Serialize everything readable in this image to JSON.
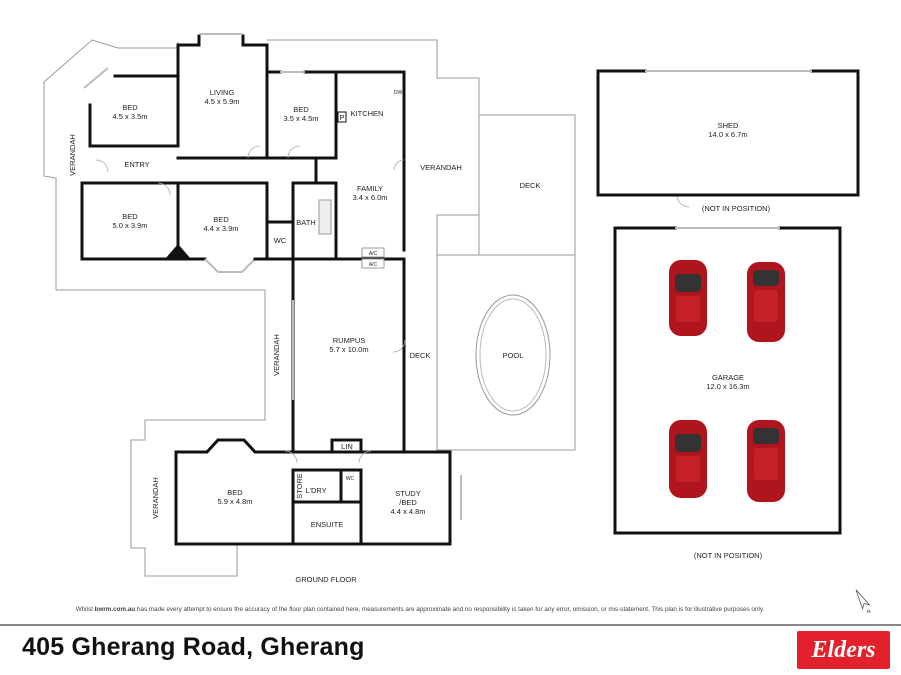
{
  "rooms": {
    "bed1": {
      "name": "BED",
      "size": "4.5 x 3.5m"
    },
    "living": {
      "name": "LIVING",
      "size": "4.5 x 5.9m"
    },
    "bed2": {
      "name": "BED",
      "size": "3.5 x 4.5m"
    },
    "kitchen": {
      "name": "KITCHEN",
      "pantry": "P",
      "dw": "DW"
    },
    "entry": {
      "name": "ENTRY"
    },
    "family": {
      "name": "FAMILY",
      "size": "3.4 x 6.0m"
    },
    "bed3": {
      "name": "BED",
      "size": "5.0 x 3.9m"
    },
    "bed4": {
      "name": "BED",
      "size": "4.4 x 3.9m"
    },
    "bath": {
      "name": "BATH"
    },
    "wc1": {
      "name": "WC"
    },
    "ac": [
      "A/C",
      "A/C"
    ],
    "rumpus": {
      "name": "RUMPUS",
      "size": "5.7 x 10.0m"
    },
    "lin": {
      "name": "LIN"
    },
    "bed5": {
      "name": "BED",
      "size": "5.9 x 4.8m"
    },
    "store": {
      "name": "STORE"
    },
    "laundry": {
      "name": "L'DRY"
    },
    "wc2": {
      "name": "WC"
    },
    "ensuite": {
      "name": "ENSUITE"
    },
    "study": {
      "name": "STUDY",
      "name2": "/BED",
      "size": "4.4 x 4.8m"
    },
    "verandah_west": "VERANDAH",
    "verandah_east": "VERANDAH",
    "verandah_mid": "VERANDAH",
    "verandah_south": "VERANDAH",
    "deck_upper": "DECK",
    "deck_lower": "DECK",
    "pool": "POOL"
  },
  "shed": {
    "name": "SHED",
    "size": "14.0 x 6.7m",
    "note": "(NOT IN POSITION)"
  },
  "garage": {
    "name": "GARAGE",
    "size": "12.0 x 16.3m",
    "note": "(NOT IN POSITION)"
  },
  "floor_label": "GROUND FLOOR",
  "compass": "N",
  "disclaimer": {
    "prefix": "Whilst ",
    "site": "bwrm.com.au",
    "text": " has made every attempt to ensure the accuracy of the floor plan contained here, measurements are approximate and no responsibility is taken for any error, omission, or mis-statement. This plan is for illustrative purposes only."
  },
  "address": "405 Gherang Road, Gherang",
  "logo": "Elders",
  "colors": {
    "brand": "#e3212c",
    "wall": "#111111",
    "car": "#b0141c"
  }
}
